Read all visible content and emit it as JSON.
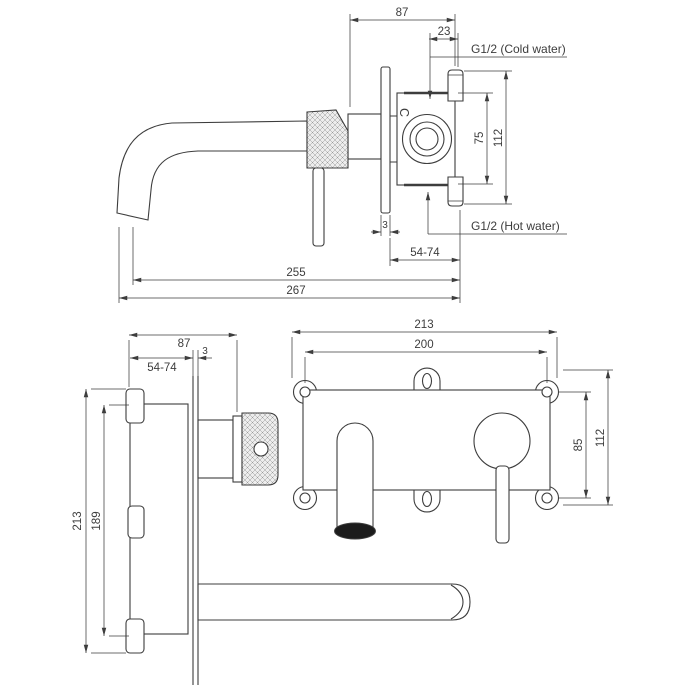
{
  "drawing": {
    "side": {
      "dim_overall_depth": "87",
      "dim_inlet_offset": "23",
      "dim_inlet_spacing": "75",
      "dim_body_height": "112",
      "dim_wall_thickness": "3",
      "dim_mount_range": "54-74",
      "dim_spout_reach": "255",
      "dim_overall_reach": "267",
      "label_cold": "G1/2 (Cold water)",
      "label_hot": "G1/2 (Hot water)",
      "label_marking": "C"
    },
    "plan": {
      "dim_overall_depth": "87",
      "dim_wall_thickness": "3",
      "dim_mount_range": "54-74",
      "dim_overall_height": "213",
      "dim_box_height": "189"
    },
    "front": {
      "dim_overall_width": "213",
      "dim_hole_spacing_h": "200",
      "dim_hole_spacing_v": "85",
      "dim_overall_height": "112"
    }
  },
  "colors": {
    "line": "#3d3d3d",
    "knurl_fill": "#ededed",
    "knurl_hatch": "#9a9a9a",
    "outlet_fill": "#1c1c1c",
    "background": "#ffffff"
  }
}
